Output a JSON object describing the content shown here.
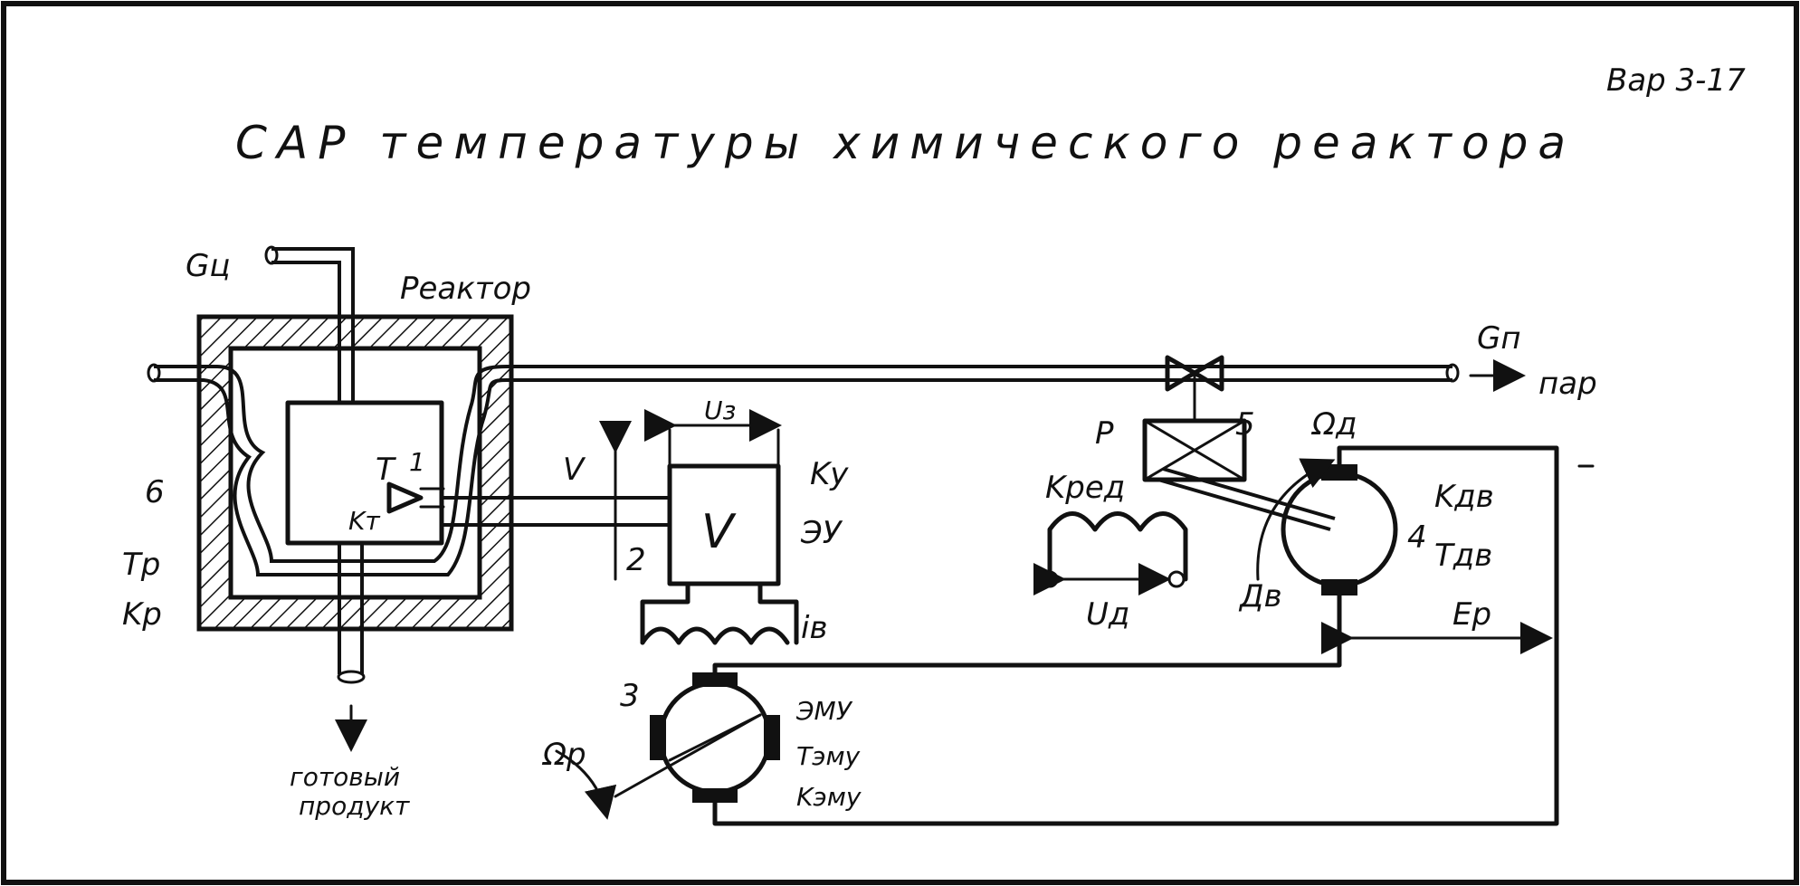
{
  "variant": "Вар 3-17",
  "title": "САР температуры химического реактора",
  "labels": {
    "g_c": "Gц",
    "reactor": "Реактор",
    "n6": "6",
    "tp": "Tр",
    "kp": "Kр",
    "t": "T",
    "n1": "1",
    "kt": "Kт",
    "v": "V",
    "u3": "Uз",
    "n2": "2",
    "v_box": "V",
    "ky": "Kу",
    "eu": "ЭУ",
    "ib": "iв",
    "n3": "3",
    "omega_r": "Ωр",
    "emu": "ЭМУ",
    "t_emu": "Tэму",
    "k_emu": "Kэму",
    "product_line1": "готовый",
    "product_line2": "продукт",
    "p": "P",
    "n5": "5",
    "k_red": "Kред",
    "ud": "Uд",
    "omega_d": "Ωд",
    "dv": "Дв",
    "n4": "4",
    "k_dv": "Kдв",
    "t_dv": "Tдв",
    "ep": "Eр",
    "g_p": "Gп",
    "par": "пар"
  }
}
